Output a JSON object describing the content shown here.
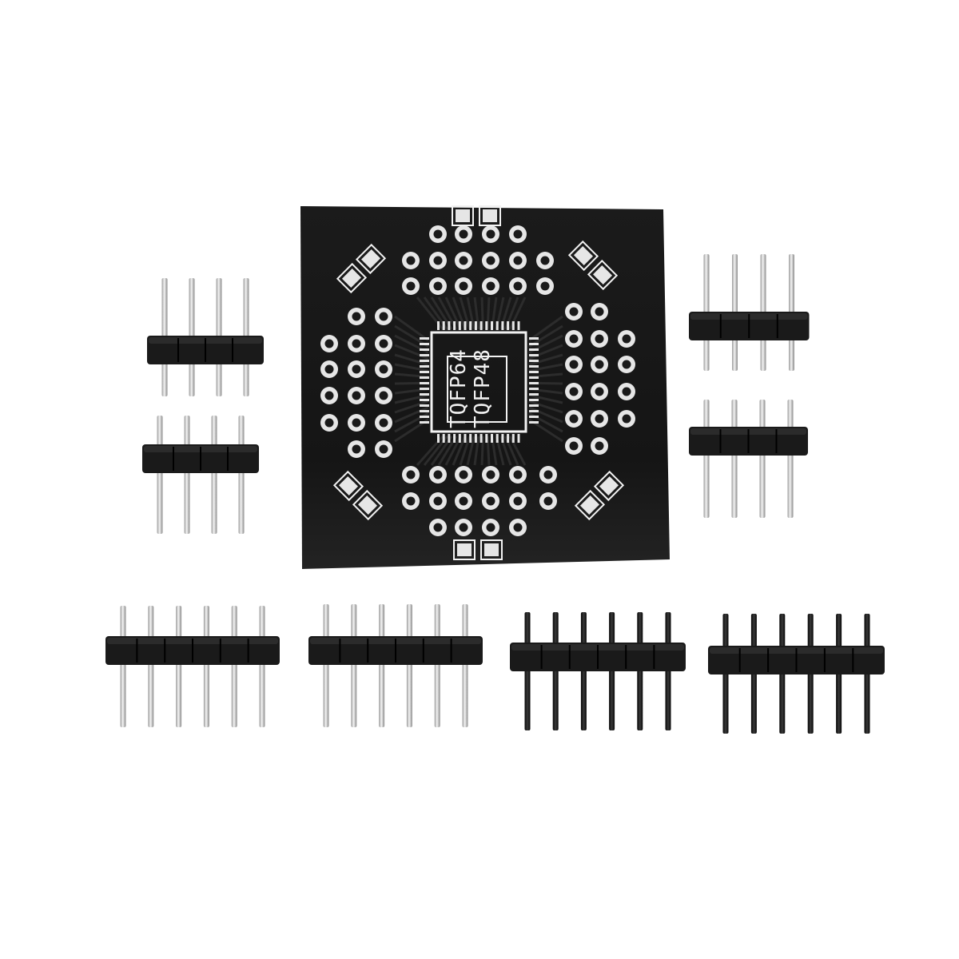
{
  "photo": {
    "background_color": "#ffffff",
    "pcb": {
      "board_color": "#161616",
      "silkscreen_color": "#f2f2f2",
      "pad_color": "#e6e6e6",
      "label_primary": "TQFP64",
      "label_secondary": "TQFP48"
    },
    "headers": {
      "plastic_color": "#1a1a1a",
      "silver_pin_color": "#d9d9d9",
      "black_pin_color": "#111111",
      "items": [
        {
          "pins": 4,
          "finish": "silver"
        },
        {
          "pins": 4,
          "finish": "silver"
        },
        {
          "pins": 4,
          "finish": "silver"
        },
        {
          "pins": 4,
          "finish": "silver"
        },
        {
          "pins": 6,
          "finish": "silver"
        },
        {
          "pins": 6,
          "finish": "silver"
        },
        {
          "pins": 6,
          "finish": "black"
        },
        {
          "pins": 6,
          "finish": "black"
        }
      ]
    }
  }
}
